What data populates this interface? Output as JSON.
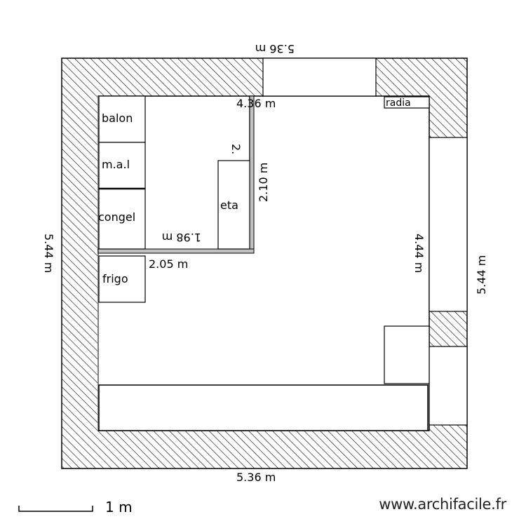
{
  "dimensions": {
    "top_outer": "5.36 m",
    "top_inner": "4.36 m",
    "bottom_outer": "5.36 m",
    "left_outer": "5.44 m",
    "right_outer": "5.44 m",
    "right_inner": "4.44 m",
    "partition_height": "2.10 m",
    "partition_width": "2.05 m",
    "partition_inner_width": "1.98 m",
    "partition_small": "2."
  },
  "furniture": {
    "balon": "balon",
    "mal": "m.a.l",
    "congel": "congel",
    "frigo": "frigo",
    "eta": "eta",
    "radia": "radia"
  },
  "footer": {
    "scale_label": "1 m",
    "credit": "www.archifacile.fr"
  },
  "colors": {
    "wall_hatch": "#000000",
    "background": "#ffffff",
    "partition": "#808080"
  }
}
